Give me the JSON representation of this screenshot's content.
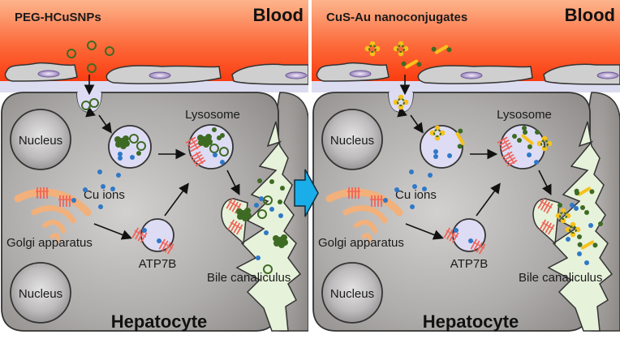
{
  "panels": [
    {
      "id": "left",
      "nanoparticle_label": "PEG-HCuSNPs",
      "blood_label": "Blood",
      "nucleus_top_label": "Nucleus",
      "nucleus_bottom_label": "Nucleus",
      "lysosome_label": "Lysosome",
      "cu_ions_label": "Cu ions",
      "golgi_label": "Golgi apparatus",
      "atp7b_label": "ATP7B",
      "bile_label": "Bile canaliculus",
      "cell_label": "Hepatocyte",
      "particle_type": "hollow-ring"
    },
    {
      "id": "right",
      "nanoparticle_label": "CuS-Au nanoconjugates",
      "blood_label": "Blood",
      "nucleus_top_label": "Nucleus",
      "nucleus_bottom_label": "Nucleus",
      "lysosome_label": "Lysosome",
      "cu_ions_label": "Cu ions",
      "golgi_label": "Golgi apparatus",
      "atp7b_label": "ATP7B",
      "bile_label": "Bile canaliculus",
      "cell_label": "Hepatocyte",
      "particle_type": "gold-conjugate"
    }
  ],
  "transition_arrow": "right-arrow",
  "colors": {
    "blood_top": "#fdb38a",
    "blood_bottom": "#fb3c10",
    "space": "#dcdcf0",
    "cell": "#a9a6a4",
    "endothelial": "#cfcfcf",
    "vesicle": "#dddcf4",
    "bile": "#e6f2da",
    "cu_ion": "#2f78c8",
    "hcus": "#3e6b23",
    "gold": "#f7c21c",
    "atp7b": "#f0645a",
    "golgi": "#f2b07a",
    "arrow": "#19aeea"
  }
}
